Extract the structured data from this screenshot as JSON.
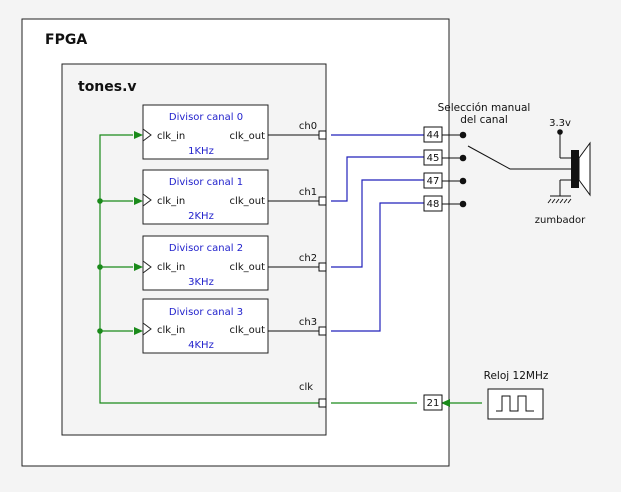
{
  "fpga": {
    "title": "FPGA"
  },
  "module": {
    "title": "tones.v"
  },
  "dividers": [
    {
      "title": "Divisor canal 0",
      "in": "clk_in",
      "out": "clk_out",
      "freq": "1KHz",
      "port": "ch0"
    },
    {
      "title": "Divisor canal 1",
      "in": "clk_in",
      "out": "clk_out",
      "freq": "2KHz",
      "port": "ch1"
    },
    {
      "title": "Divisor canal 2",
      "in": "clk_in",
      "out": "clk_out",
      "freq": "3KHz",
      "port": "ch2"
    },
    {
      "title": "Divisor canal 3",
      "in": "clk_in",
      "out": "clk_out",
      "freq": "4KHz",
      "port": "ch3"
    }
  ],
  "clk_port": "clk",
  "pins": [
    "44",
    "45",
    "47",
    "48"
  ],
  "clk_pin": "21",
  "selector": {
    "line1": "Selección manual",
    "line2": "del canal"
  },
  "buzzer": {
    "voltage": "3.3v",
    "label": "zumbador"
  },
  "clock": {
    "label": "Reloj 12MHz"
  },
  "colors": {
    "blue": "#2222bb",
    "green": "#1a8a1a",
    "text_blue": "#2222cc",
    "black": "#111111"
  }
}
